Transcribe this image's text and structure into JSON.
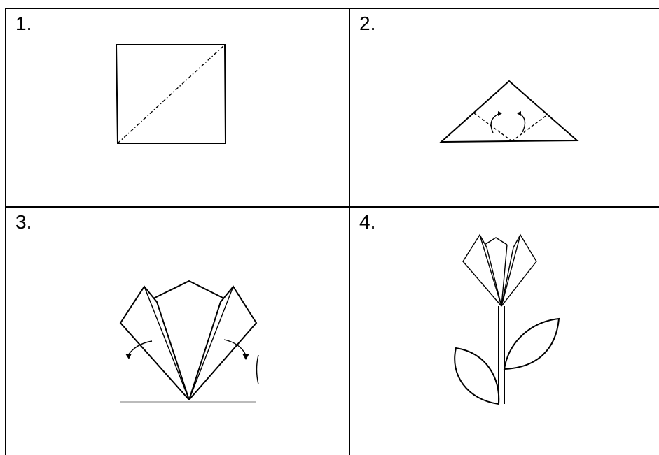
{
  "steps": [
    {
      "label": "1.",
      "icon": "square-diagonal-fold-icon"
    },
    {
      "label": "2.",
      "icon": "triangle-fold-corners-icon"
    },
    {
      "label": "3.",
      "icon": "folded-petals-icon"
    },
    {
      "label": "4.",
      "icon": "tulip-flower-icon"
    }
  ]
}
